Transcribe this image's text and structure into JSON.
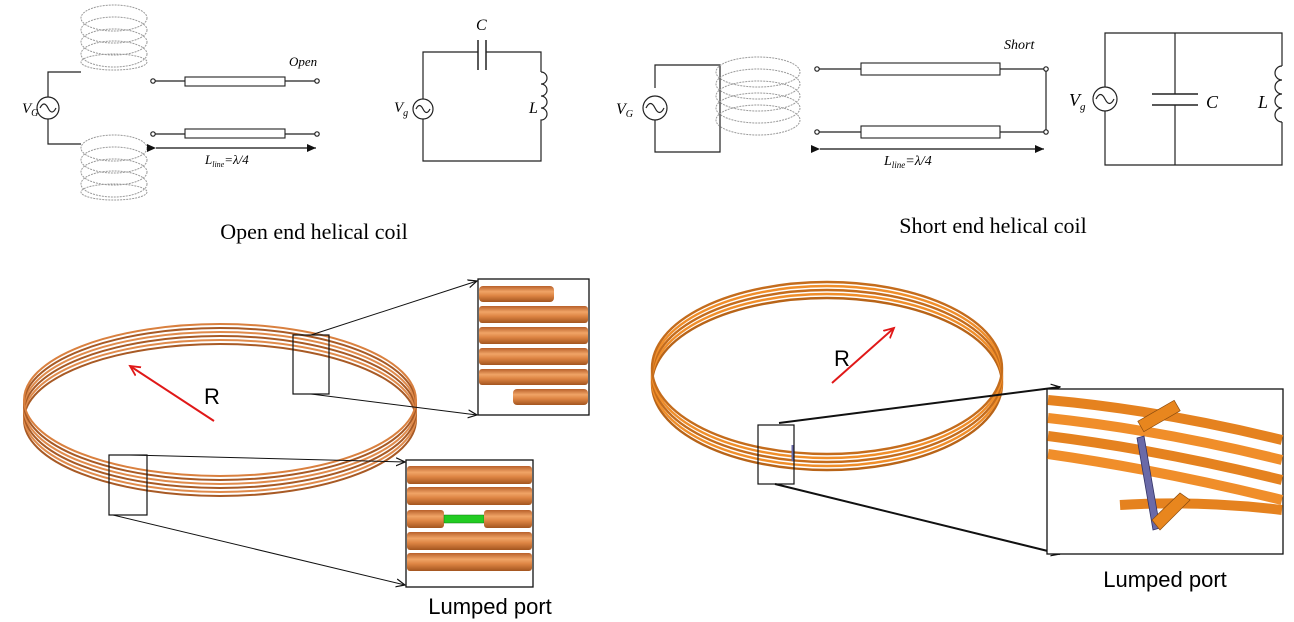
{
  "colors": {
    "copper": "#d9803f",
    "copper_dark": "#a85a25",
    "copper_light": "#f0a466",
    "radius_arrow": "#e01818",
    "port_green": "#22cc22",
    "port_blue": "#6a6aa8",
    "line": "#222222"
  },
  "open_panel": {
    "caption": "Open end helical coil",
    "source_label": "V",
    "source_sub": "G",
    "line_end_label": "Open",
    "line_length_label_main": "L",
    "line_length_label_sub": "line",
    "line_length_label_rest": "=λ/4",
    "equiv_source_label": "V",
    "equiv_source_sub": "g",
    "capacitor_label": "C",
    "inductor_label": "L"
  },
  "short_panel": {
    "caption": "Short end helical coil",
    "source_label": "V",
    "source_sub": "G",
    "line_end_label": "Short",
    "line_length_label_main": "L",
    "line_length_label_sub": "line",
    "line_length_label_rest": "=λ/4",
    "equiv_source_label": "V",
    "equiv_source_sub": "g",
    "capacitor_label": "C",
    "inductor_label": "L"
  },
  "open_model": {
    "radius_label": "R",
    "port_caption": "Lumped port"
  },
  "short_model": {
    "radius_label": "R",
    "port_caption": "Lumped port"
  }
}
